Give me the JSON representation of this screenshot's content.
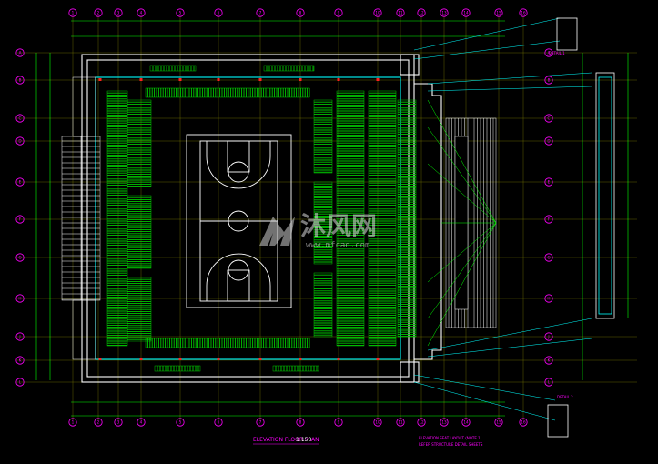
{
  "drawing": {
    "caption": "ELEVATION FLOOR PLAN",
    "scale": "1:150",
    "grid_top": [
      "1",
      "2",
      "3",
      "4",
      "5",
      "6",
      "7",
      "8",
      "9",
      "10",
      "11",
      "12",
      "13",
      "14",
      "15",
      "16"
    ],
    "grid_left": [
      "A",
      "B",
      "C",
      "D",
      "E",
      "F",
      "G",
      "H",
      "J",
      "K",
      "L"
    ],
    "grid_right": [
      "A",
      "B",
      "C",
      "D",
      "E",
      "F",
      "G",
      "H",
      "J",
      "K",
      "L"
    ],
    "note_lines": [
      "ELEVATION SEAT LAYOUT (NOTE 1)",
      "REFER STRUCTURE DETAIL SHEETS"
    ],
    "detail_top_label": "DETAIL 1",
    "detail_bottom_label": "DETAIL 2"
  },
  "watermark": {
    "brand": "沐风网",
    "url": "www.mfcad.com"
  },
  "colors": {
    "background": "#000000",
    "frame": "#ffffff",
    "grid": "#ff00ff",
    "seats": "#00c800",
    "dimension": "#00ff00",
    "axis_red": "#ff0000",
    "cyan": "#00ffff",
    "yellow": "#ffff00",
    "court_lines": "#ffffff"
  }
}
